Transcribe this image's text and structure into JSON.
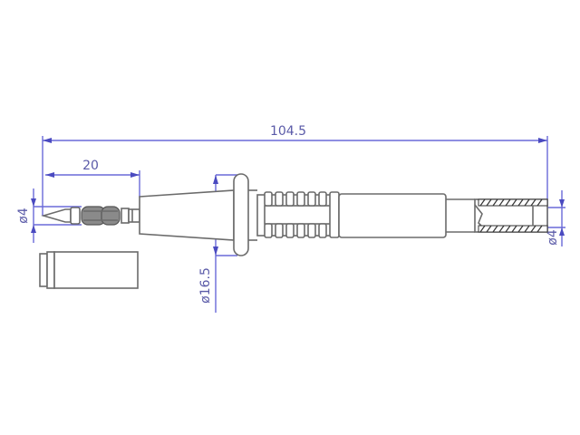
{
  "drawing": {
    "subject": "test probe technical drawing",
    "colors": {
      "outline": "#6b6b6b",
      "dimension": "#6a6ad8",
      "dimension_text": "#5a5aa8",
      "background": "#ffffff"
    },
    "dimensions": {
      "overall_length": "104.5",
      "tip_length": "20",
      "tip_diameter": "ø4",
      "flange_diameter": "ø16.5",
      "socket_diameter": "ø4"
    }
  }
}
